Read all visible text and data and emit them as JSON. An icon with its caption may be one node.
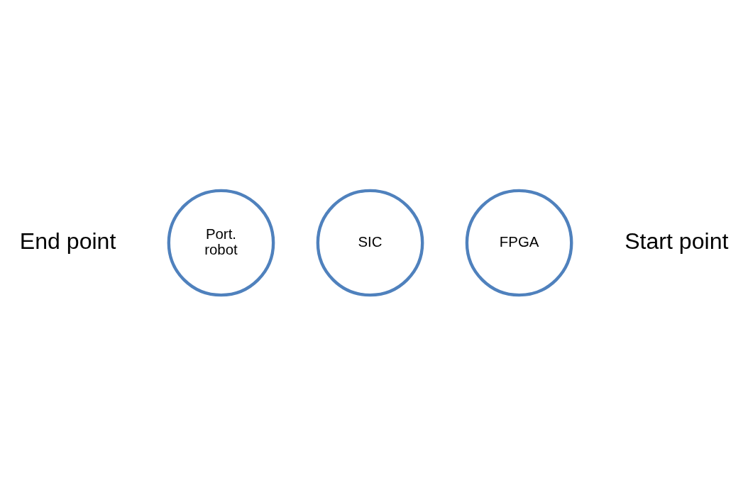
{
  "diagram": {
    "nodes": [
      {
        "text": [
          "Port. robot"
        ]
      },
      {
        "text": [
          "SIC"
        ]
      },
      {
        "text": [
          "FPGA"
        ]
      }
    ],
    "labels": [
      "End point",
      "Start point"
    ]
  }
}
